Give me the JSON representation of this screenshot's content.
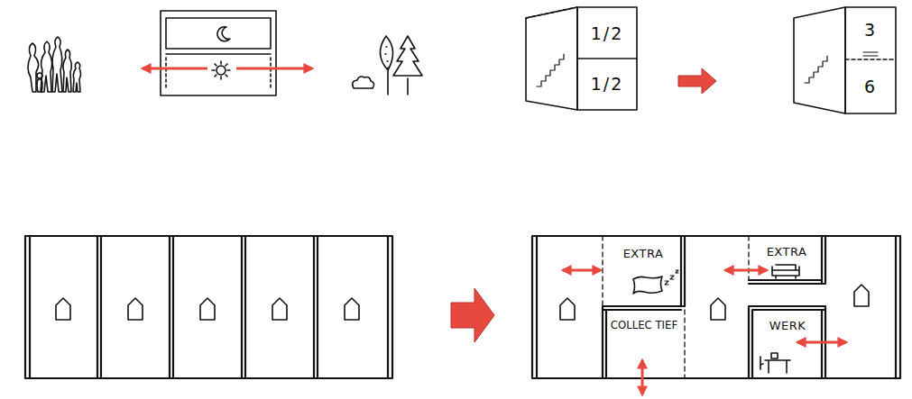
{
  "diagram": {
    "nodes": [
      {
        "text": [
          "1/2"
        ]
      },
      {
        "text": [
          "1/2"
        ]
      },
      {
        "text": [
          "3"
        ]
      },
      {
        "text": [
          "6"
        ]
      },
      {
        "text": [
          "EXTRA"
        ]
      },
      {
        "text": [
          "COLLEC TIEF"
        ]
      },
      {
        "text": [
          "EXTRA"
        ]
      },
      {
        "text": [
          "WERK"
        ]
      }
    ]
  }
}
